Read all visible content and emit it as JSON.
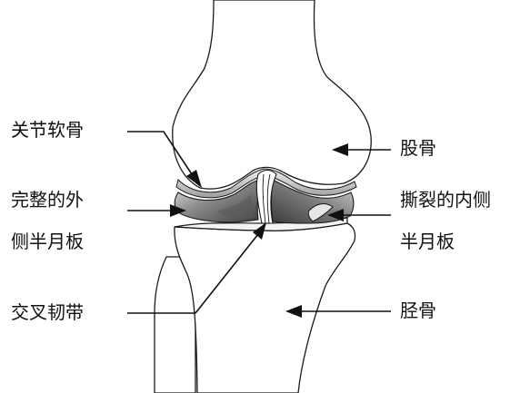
{
  "labels": {
    "articular_cartilage": "关节软骨",
    "intact_lateral_meniscus_1": "完整的外",
    "intact_lateral_meniscus_2": "侧半月板",
    "cruciate_ligament": "交叉韧带",
    "femur": "股骨",
    "torn_medial_meniscus_1": "撕裂的内侧",
    "torn_medial_meniscus_2": "半月板",
    "tibia": "胫骨"
  },
  "colors": {
    "line": "#1a1a1a",
    "meniscus_dark": "#4a4a4a",
    "meniscus_mid": "#9a9a9a",
    "meniscus_light": "#e4e4e4",
    "background": "#ffffff"
  }
}
